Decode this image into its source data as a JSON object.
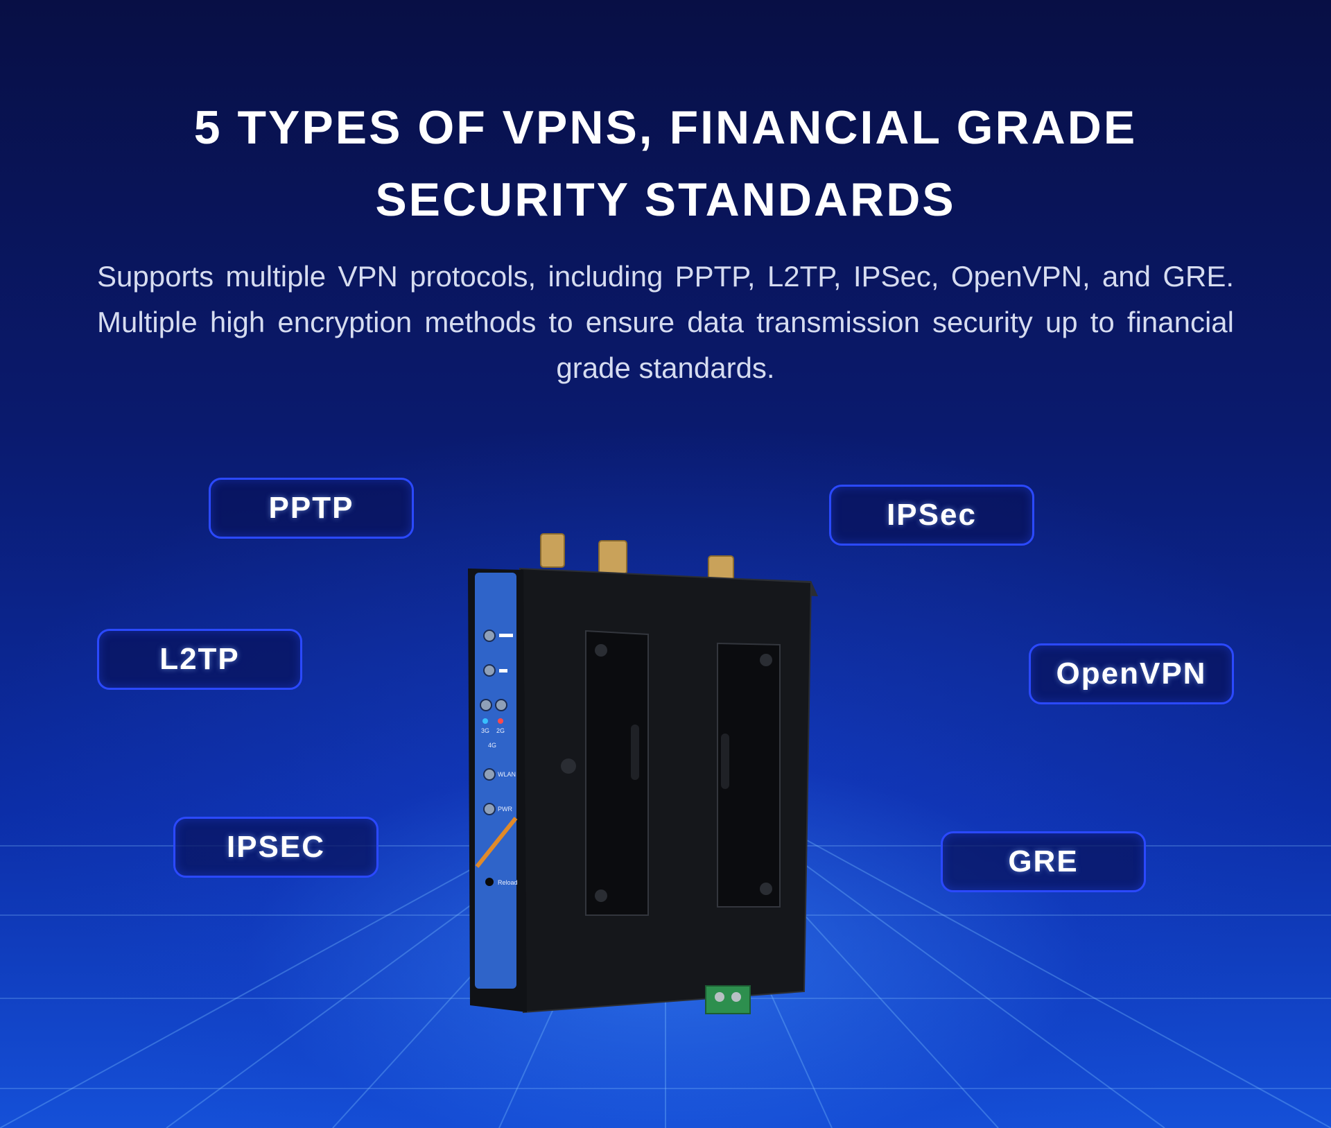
{
  "title": {
    "line1": "5 TYPES OF VPNS, FINANCIAL GRADE",
    "line2": "SECURITY STANDARDS"
  },
  "description": "Supports multiple VPN protocols, including PPTP, L2TP, IPSec, OpenVPN, and GRE. Multiple high encryption methods to ensure data transmission security up to financial grade standards.",
  "tags": {
    "pptp": "PPTP",
    "l2tp": "L2TP",
    "ipsec_upper": "IPSEC",
    "ipsec": "IPSec",
    "openvpn": "OpenVPN",
    "gre": "GRE"
  },
  "device": {
    "leds": [
      "3G",
      "2G",
      "4G",
      "WLAN",
      "PWR"
    ],
    "reload_label": "Reload"
  },
  "colors": {
    "background_top": "#080f45",
    "background_bottom": "#1550d8",
    "tag_border": "#2b49ff",
    "device_panel": "#2f64c9",
    "device_body": "#121418"
  }
}
